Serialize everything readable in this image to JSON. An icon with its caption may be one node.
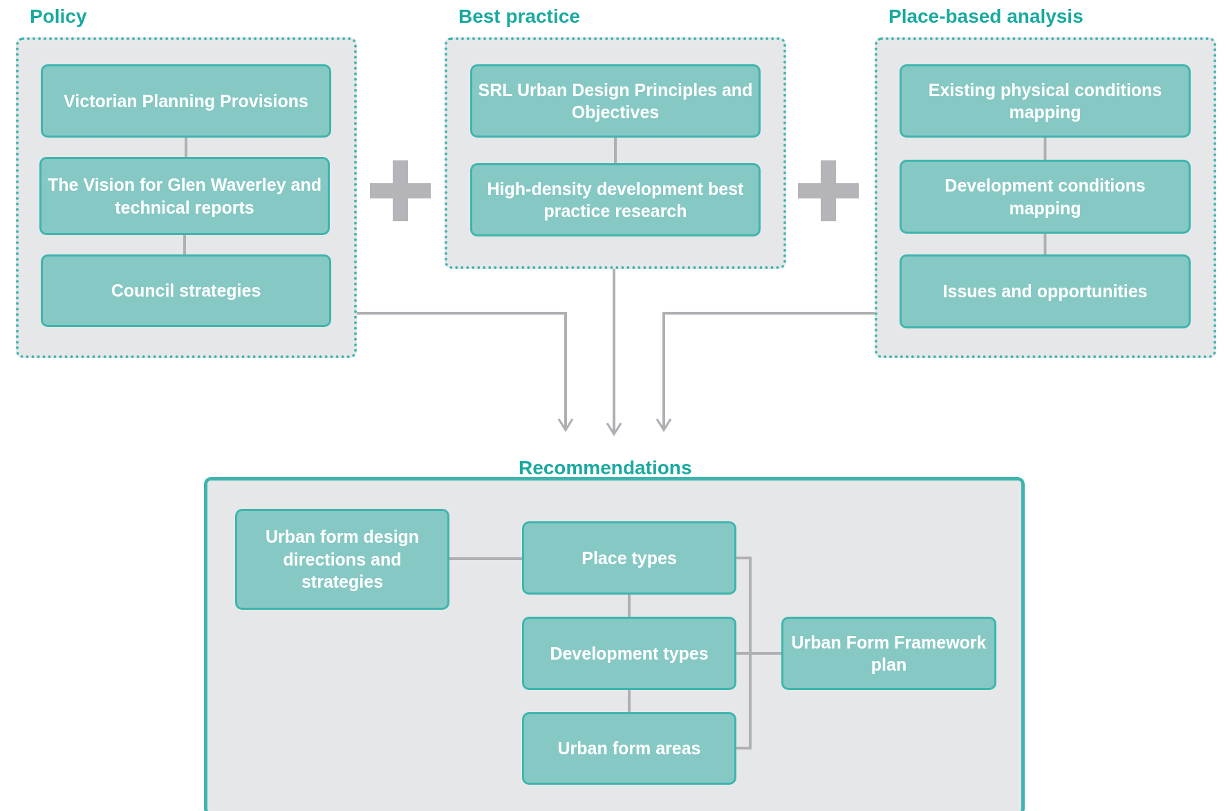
{
  "diagram": {
    "nodes": [
      {
        "text": [
          "Policy"
        ]
      },
      {
        "text": [
          "Victorian Planning Provisions"
        ],
        "in": 0
      },
      {
        "text": [
          "The Vision for Glen Waverley and technical reports"
        ],
        "in": 0
      },
      {
        "text": [
          "Council strategies"
        ],
        "in": 0
      },
      {
        "text": [
          "Best practice"
        ]
      },
      {
        "text": [
          "SRL Urban Design Principles and Objectives"
        ],
        "in": 4
      },
      {
        "text": [
          "High-density development best practice research"
        ],
        "in": 4
      },
      {
        "text": [
          "Place-based analysis"
        ]
      },
      {
        "text": [
          "Existing physical conditions mapping"
        ],
        "in": 7
      },
      {
        "text": [
          "Development conditions mapping"
        ],
        "in": 7
      },
      {
        "text": [
          "Issues and opportunities"
        ],
        "in": 7
      },
      {
        "text": [
          "Recommendations"
        ]
      },
      {
        "text": [
          "Urban form design directions and strategies"
        ],
        "in": 11
      },
      {
        "text": [
          "Place types"
        ],
        "in": 11
      },
      {
        "text": [
          "Development types"
        ],
        "in": 11
      },
      {
        "text": [
          "Urban form areas"
        ],
        "in": 11
      },
      {
        "text": [
          "Urban Form Framework plan"
        ],
        "in": 11
      }
    ],
    "edges": [
      {
        "from": 1,
        "to": 2,
        "arrow": "none"
      },
      {
        "from": 2,
        "to": 3,
        "arrow": "none"
      },
      {
        "from": 5,
        "to": 6,
        "arrow": "none"
      },
      {
        "from": 8,
        "to": 9,
        "arrow": "none"
      },
      {
        "from": 9,
        "to": 10,
        "arrow": "none"
      },
      {
        "from": 0,
        "to": 11,
        "arrow": "to"
      },
      {
        "from": 4,
        "to": 11,
        "arrow": "to"
      },
      {
        "from": 7,
        "to": 11,
        "arrow": "to"
      },
      {
        "from": 12,
        "to": 13,
        "arrow": "none"
      },
      {
        "from": 13,
        "to": 14,
        "arrow": "none"
      },
      {
        "from": 14,
        "to": 15,
        "arrow": "none"
      },
      {
        "from": 13,
        "to": 16,
        "arrow": "none"
      },
      {
        "from": 14,
        "to": 16,
        "arrow": "none"
      },
      {
        "from": 15,
        "to": 16,
        "arrow": "none"
      }
    ]
  }
}
